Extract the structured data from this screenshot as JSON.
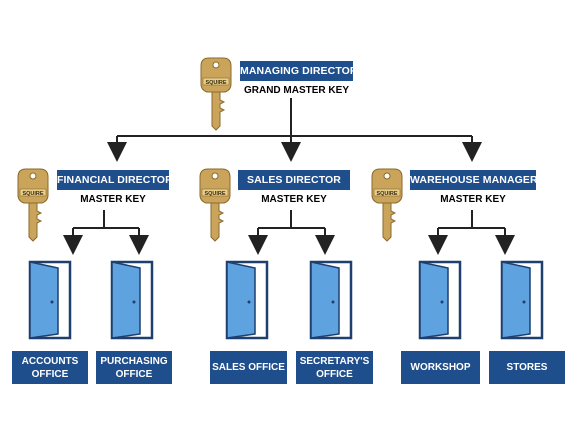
{
  "top": {
    "title": "MANAGING DIRECTOR",
    "subtitle": "GRAND MASTER KEY",
    "key_brand": "SQUIRE"
  },
  "managers": [
    {
      "title": "FINANCIAL DIRECTOR",
      "subtitle": "MASTER KEY",
      "key_brand": "SQUIRE",
      "doors": [
        {
          "label": "ACCOUNTS OFFICE"
        },
        {
          "label": "PURCHASING OFFICE"
        }
      ]
    },
    {
      "title": "SALES DIRECTOR",
      "subtitle": "MASTER KEY",
      "key_brand": "SQUIRE",
      "doors": [
        {
          "label": "SALES OFFICE"
        },
        {
          "label": "SECRETARY'S OFFICE"
        }
      ]
    },
    {
      "title": "WAREHOUSE MANAGER",
      "subtitle": "MASTER KEY",
      "key_brand": "SQUIRE",
      "doors": [
        {
          "label": "WORKSHOP"
        },
        {
          "label": "STORES"
        }
      ]
    }
  ],
  "colors": {
    "accent": "#1f4e8c",
    "door": "#5fa2e0",
    "key": "#c9a45a",
    "lines": "#222222"
  },
  "icons": {
    "key": "key-icon",
    "door": "open-door-icon",
    "arrow": "arrow-down-icon"
  }
}
